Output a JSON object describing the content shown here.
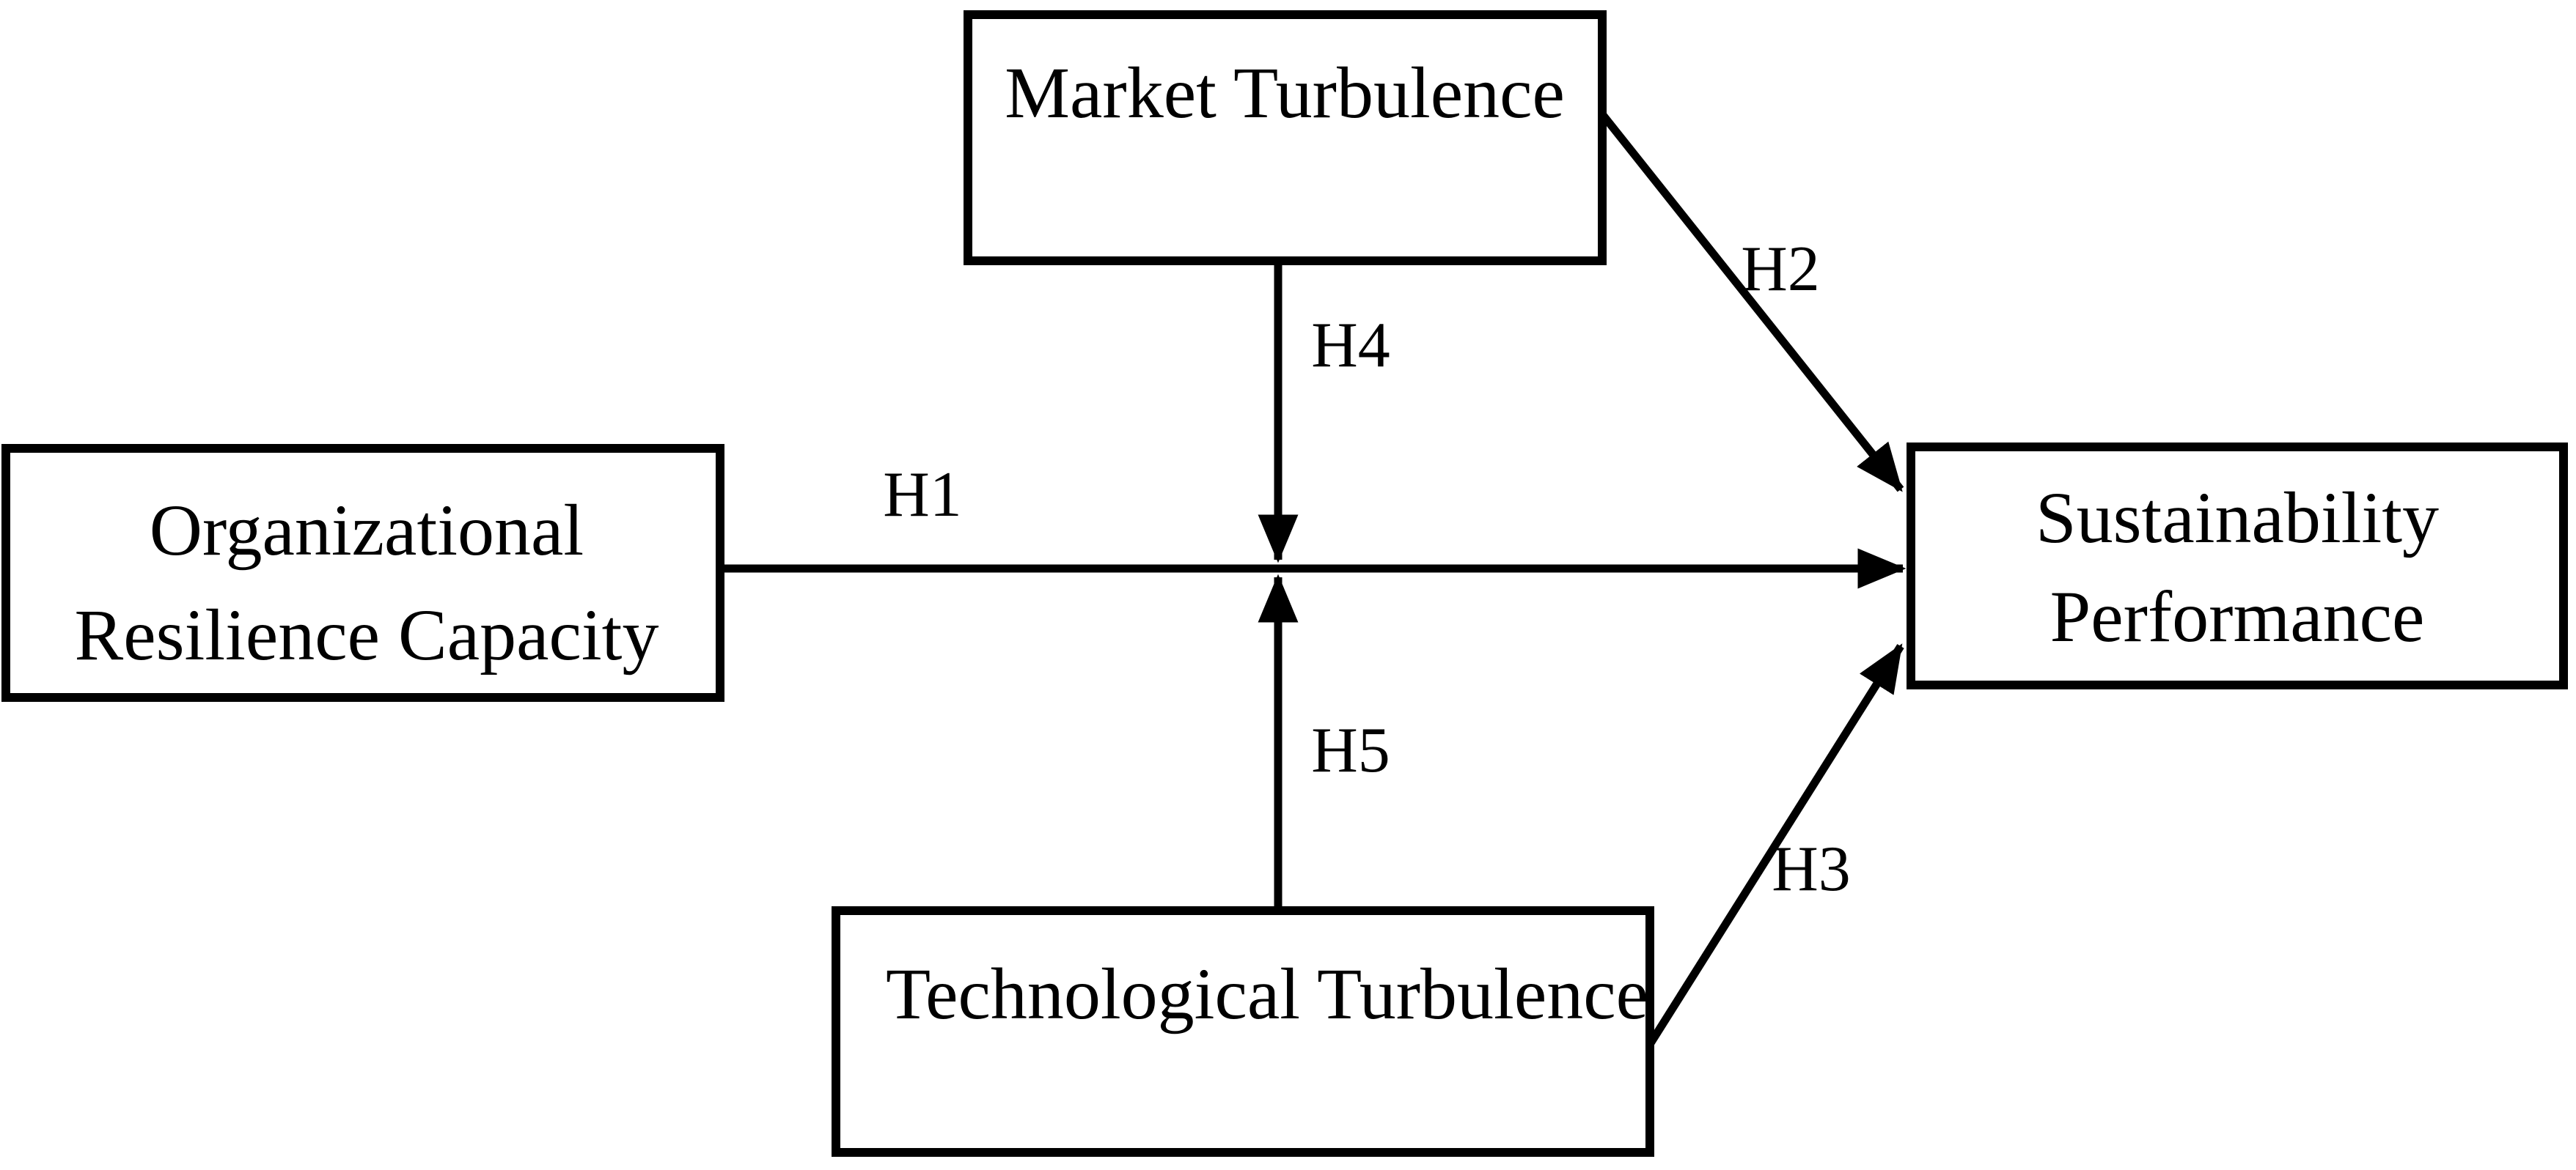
{
  "figure": {
    "background_color": "#ffffff",
    "ink_color": "#000000",
    "nodes": {
      "market_turbulence": {
        "label": "Market Turbulence"
      },
      "organizational_resilience_capacity": {
        "line1": "Organizational",
        "line2": "Resilience Capacity"
      },
      "sustainability_performance": {
        "line1": "Sustainability",
        "line2": "Performance"
      },
      "technological_turbulence": {
        "label": "Technological Turbulence"
      }
    },
    "edges": [
      {
        "label": "H1",
        "from": "Organizational Resilience Capacity",
        "to": "Sustainability Performance"
      },
      {
        "label": "H2",
        "from": "Market Turbulence",
        "to": "Sustainability Performance"
      },
      {
        "label": "H3",
        "from": "Technological Turbulence",
        "to": "Sustainability Performance"
      },
      {
        "label": "H4",
        "from": "Market Turbulence",
        "to": "H1 arrow"
      },
      {
        "label": "H5",
        "from": "Technological Turbulence",
        "to": "H1 arrow"
      }
    ]
  }
}
